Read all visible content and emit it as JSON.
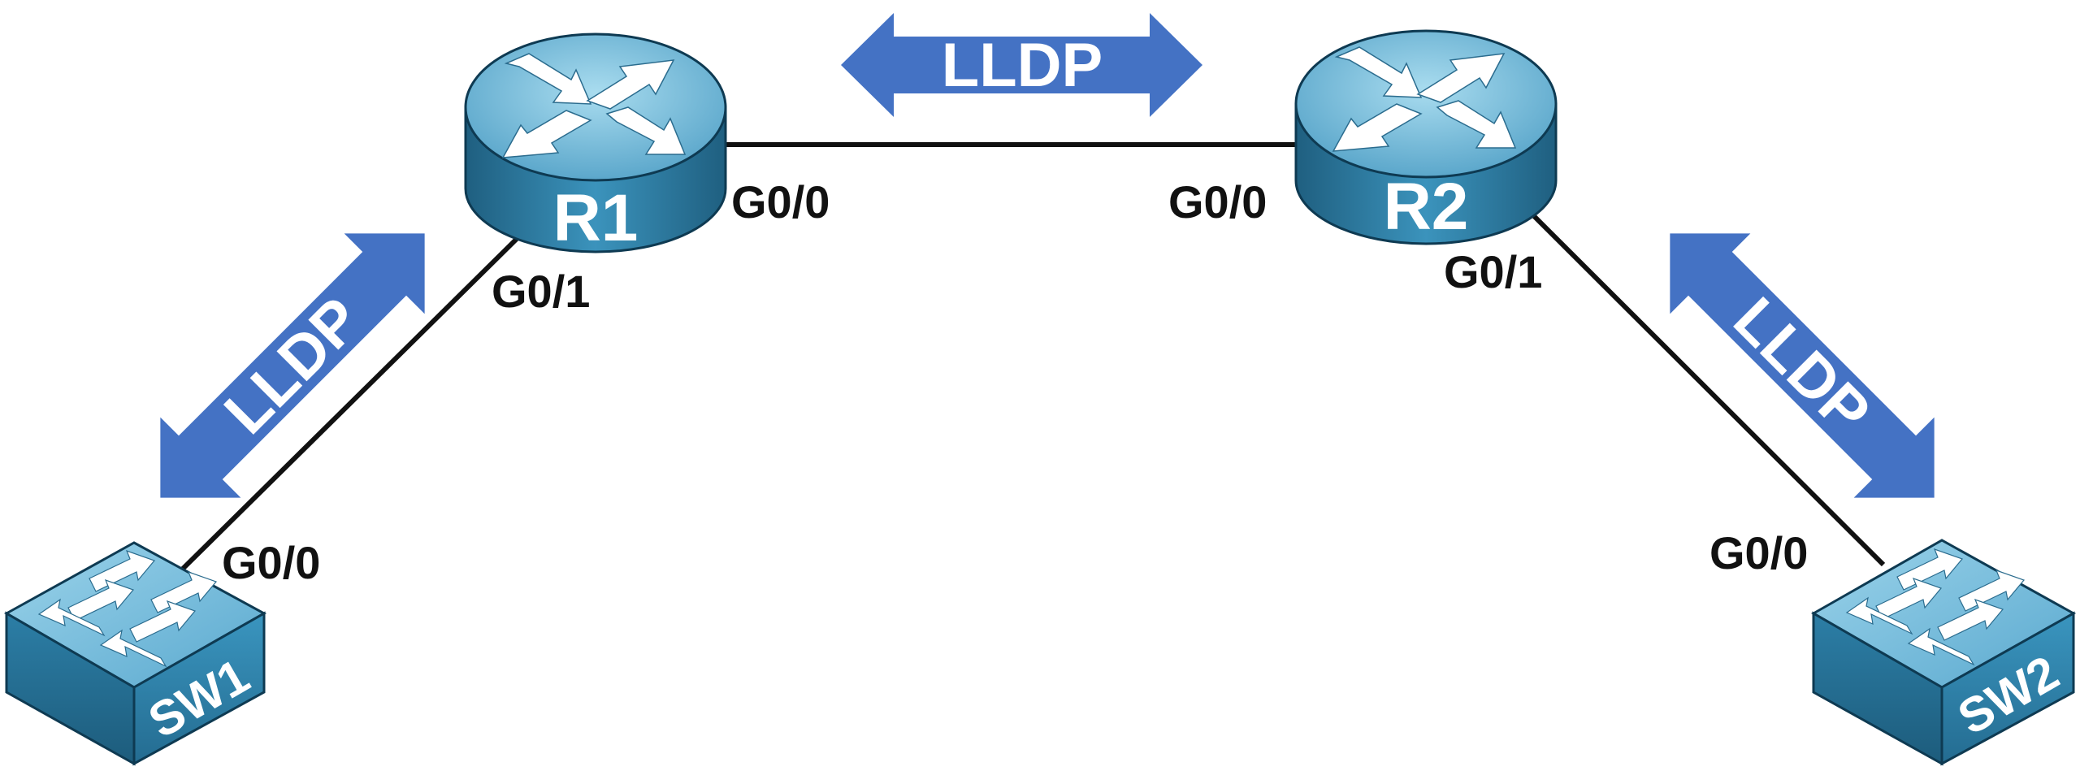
{
  "devices": {
    "r1": {
      "label": "R1"
    },
    "r2": {
      "label": "R2"
    },
    "sw1": {
      "label": "SW1"
    },
    "sw2": {
      "label": "SW2"
    }
  },
  "ports": {
    "r1_g00": "G0/0",
    "r1_g01": "G0/1",
    "r2_g00": "G0/0",
    "r2_g01": "G0/1",
    "sw1_g00": "G0/0",
    "sw2_g00": "G0/0"
  },
  "protocol_arrows": {
    "top": "LLDP",
    "left": "LLDP",
    "right": "LLDP"
  },
  "colors": {
    "arrow_fill": "#4472C4",
    "device_top": "#7FC1DD",
    "device_side": "#2E7FA6",
    "link": "#111111"
  }
}
